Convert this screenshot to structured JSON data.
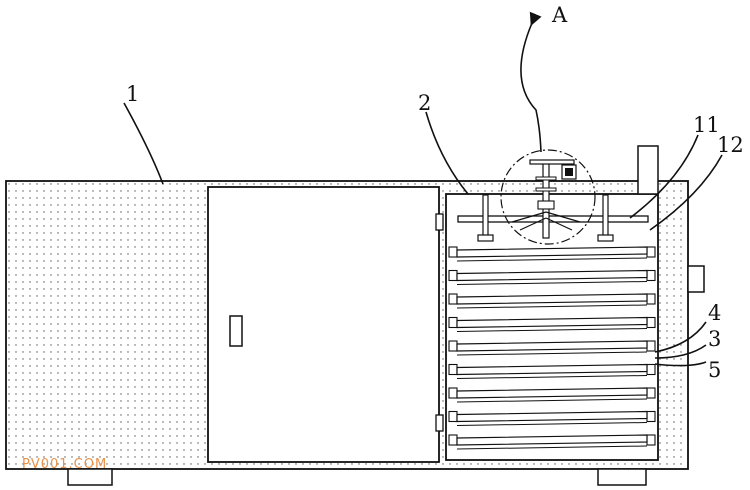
{
  "labels": {
    "n1": "1",
    "n2": "2",
    "n11": "11",
    "n12": "12",
    "n4": "4",
    "n3": "3",
    "n5": "5",
    "detail": "A"
  },
  "watermark": "PV001.COM",
  "trays": [
    1,
    2,
    3,
    4,
    5,
    6,
    7,
    8,
    9
  ],
  "colors": {
    "line": "#111111",
    "dots": "#555555",
    "watermark": "#e8914a"
  }
}
